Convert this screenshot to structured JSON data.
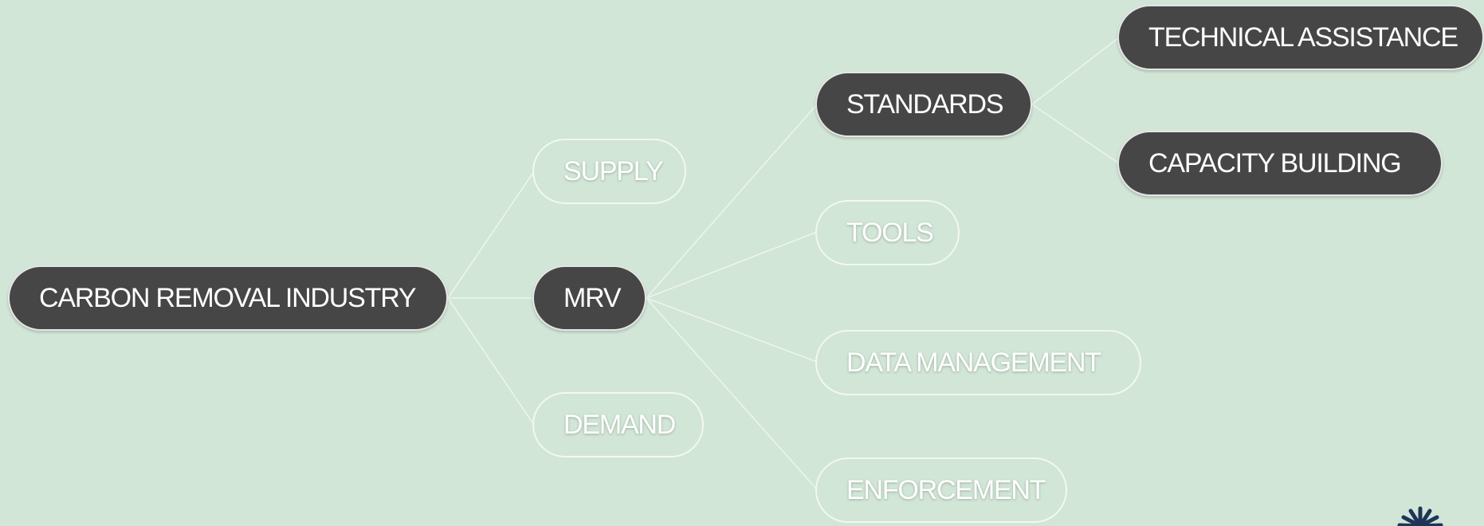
{
  "diagram": {
    "root": {
      "label": "CARBON REMOVAL INDUSTRY"
    },
    "level1": {
      "supply": "SUPPLY",
      "mrv": "MRV",
      "demand": "DEMAND"
    },
    "level2": {
      "standards": "STANDARDS",
      "tools": "TOOLS",
      "data_management": "DATA MANAGEMENT",
      "enforcement": "ENFORCEMENT"
    },
    "level3": {
      "technical_assistance": "TECHNICAL ASSISTANCE",
      "capacity_building": "CAPACITY BUILDING"
    }
  },
  "colors": {
    "background": "#d1e6d6",
    "dark_node": "#464646",
    "node_text": "#ffffff",
    "connector": "#eef3ef",
    "logo": "#1f3557"
  },
  "icons": {
    "logo": "starburst-logo-icon"
  }
}
